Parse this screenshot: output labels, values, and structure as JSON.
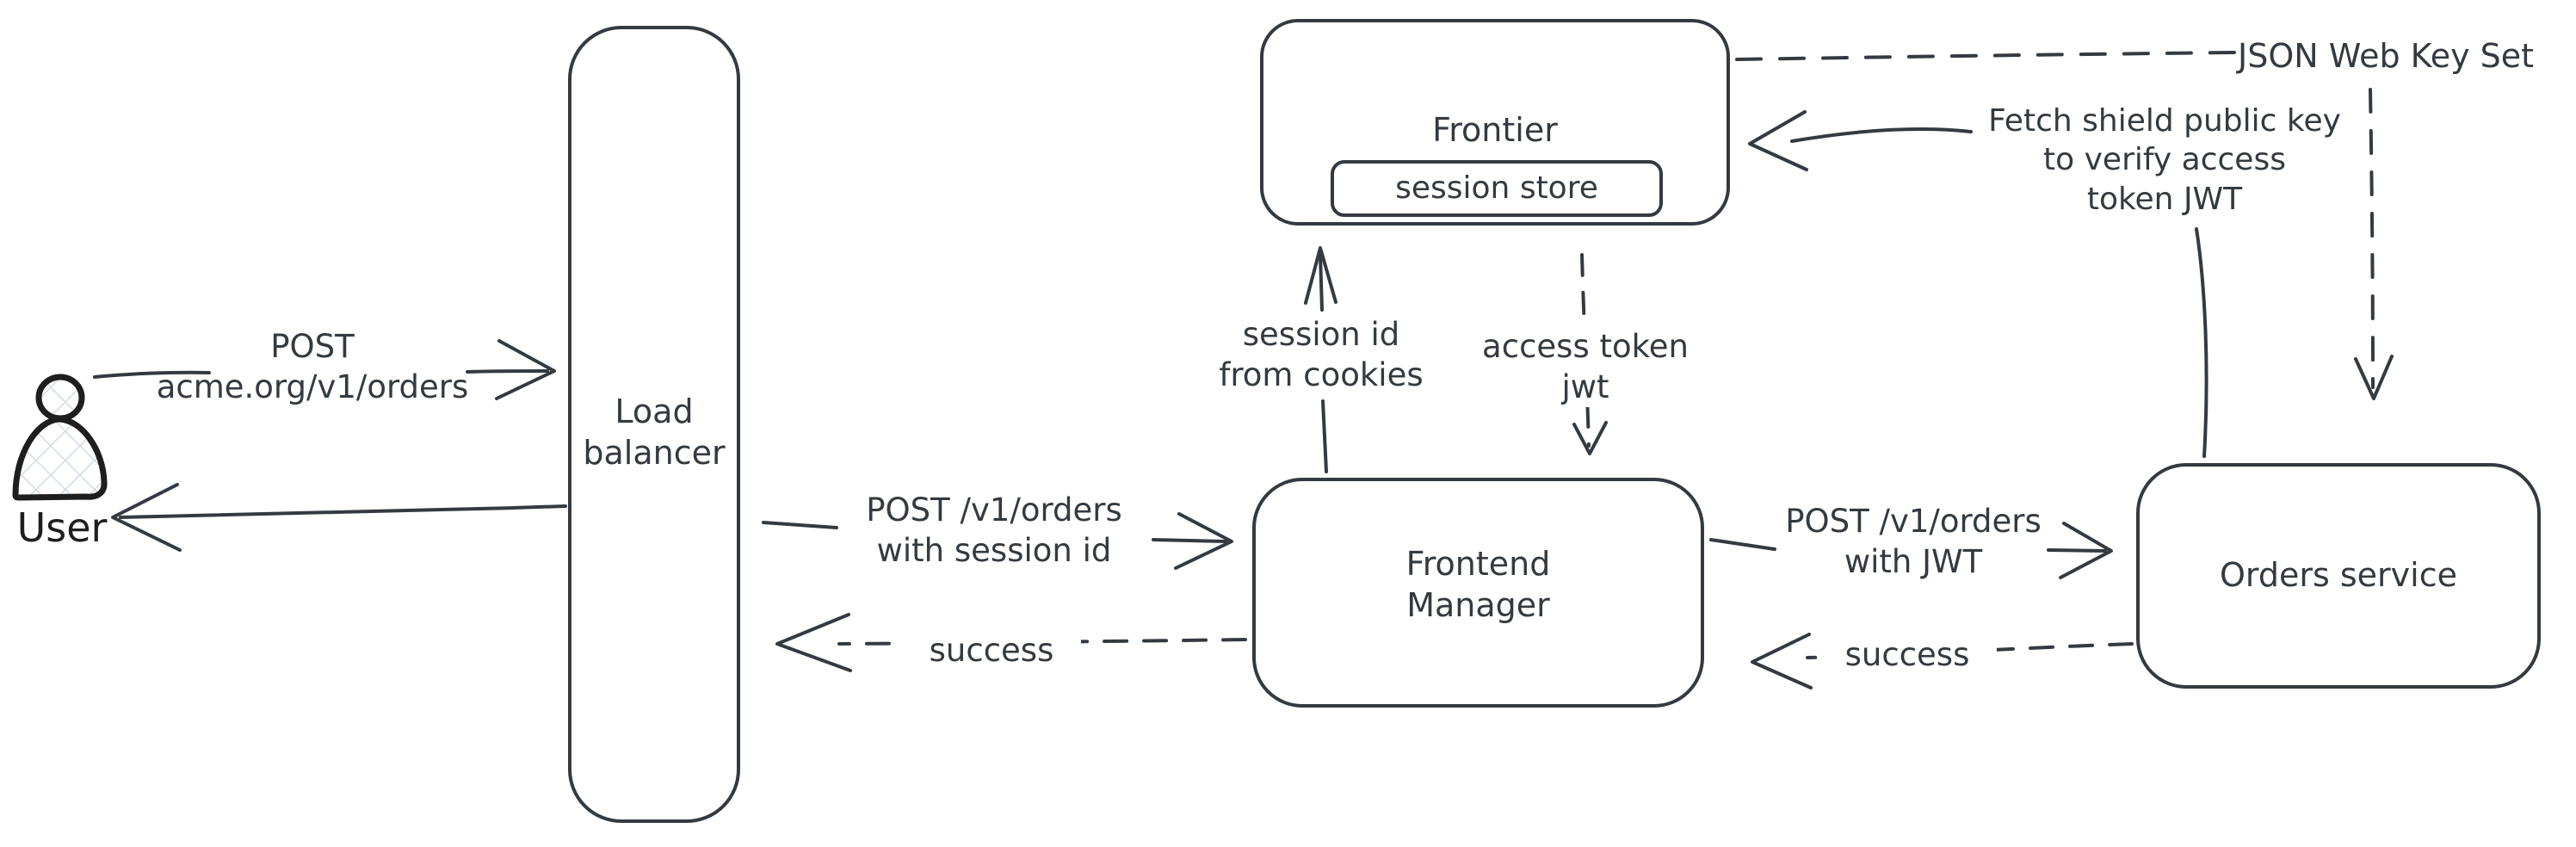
{
  "diagram": {
    "title_hint": "auth flow architecture sketch",
    "colors": {
      "background": "#ffffff",
      "stroke": "#343a40",
      "text": "#343a40",
      "user_icon_outline": "#1e1e1e",
      "user_icon_hatch": "#d3dbe1"
    },
    "nodes": {
      "user": {
        "label": "User",
        "icon": "person-icon"
      },
      "load_balancer": {
        "label": "Load\nbalancer"
      },
      "frontier": {
        "label": "Frontier"
      },
      "session_store": {
        "label": "session store",
        "parent": "frontier"
      },
      "frontend_manager": {
        "label": "Frontend\nManager"
      },
      "orders_service": {
        "label": "Orders service"
      },
      "jwks": {
        "label": "JSON Web Key Set"
      }
    },
    "edges": {
      "user_to_lb": {
        "from": "user",
        "to": "load_balancer",
        "style": "solid",
        "label": "POST\nacme.org/v1/orders"
      },
      "lb_to_user": {
        "from": "load_balancer",
        "to": "user",
        "style": "solid"
      },
      "lb_to_fm": {
        "from": "load_balancer",
        "to": "frontend_manager",
        "style": "solid",
        "label": "POST /v1/orders\nwith session id"
      },
      "fm_to_lb": {
        "from": "frontend_manager",
        "to": "load_balancer",
        "style": "dashed",
        "label": "success"
      },
      "fm_to_frontier": {
        "from": "frontend_manager",
        "to": "frontier",
        "style": "solid",
        "label": "session id\nfrom cookies"
      },
      "frontier_to_fm": {
        "from": "frontier",
        "to": "frontend_manager",
        "style": "dashed",
        "label": "access token\njwt"
      },
      "fm_to_orders": {
        "from": "frontend_manager",
        "to": "orders_service",
        "style": "solid",
        "label": "POST /v1/orders\nwith JWT"
      },
      "orders_to_fm": {
        "from": "orders_service",
        "to": "frontend_manager",
        "style": "dashed",
        "label": "success"
      },
      "orders_to_frontier": {
        "from": "orders_service",
        "to": "frontier",
        "style": "solid",
        "label": "Fetch shield public key\nto verify access\ntoken JWT"
      },
      "frontier_to_jwks": {
        "from": "frontier",
        "to": "jwks",
        "style": "dashed"
      },
      "jwks_to_orders": {
        "from": "jwks",
        "to": "orders_service",
        "style": "dashed"
      }
    }
  }
}
